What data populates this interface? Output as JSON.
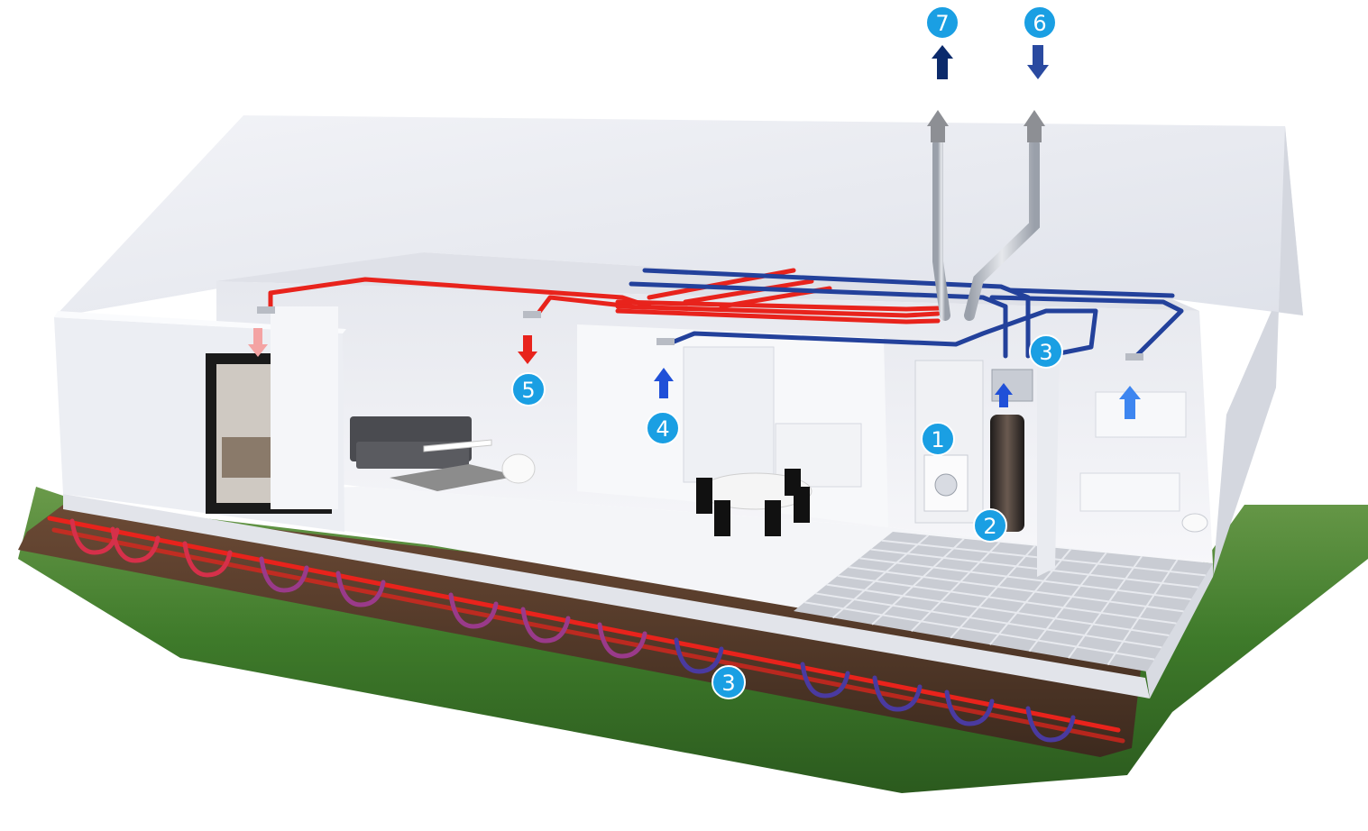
{
  "colors": {
    "badge": "#1a9fe3",
    "badge_stroke": "#ffffff",
    "supply_red": "#e8231c",
    "extract_blue": "#23419b",
    "exhaust_navy": "#0b2a6b",
    "intake_blue": "#2a4aa0",
    "light_blue_arrow": "#3e86f0",
    "pink_arrow": "#f4a3a3",
    "soil": "#5b4030",
    "grass": "#3e7a2a",
    "wall": "#f1f2f6",
    "roof": "#e9ebf1",
    "tiles": "#c9ccd3"
  },
  "badges": [
    {
      "id": "badge-7",
      "label": "7"
    },
    {
      "id": "badge-6",
      "label": "6"
    },
    {
      "id": "badge-5",
      "label": "5"
    },
    {
      "id": "badge-4",
      "label": "4"
    },
    {
      "id": "badge-3-top",
      "label": "3"
    },
    {
      "id": "badge-1",
      "label": "1"
    },
    {
      "id": "badge-2",
      "label": "2"
    },
    {
      "id": "badge-3-ground",
      "label": "3"
    }
  ]
}
